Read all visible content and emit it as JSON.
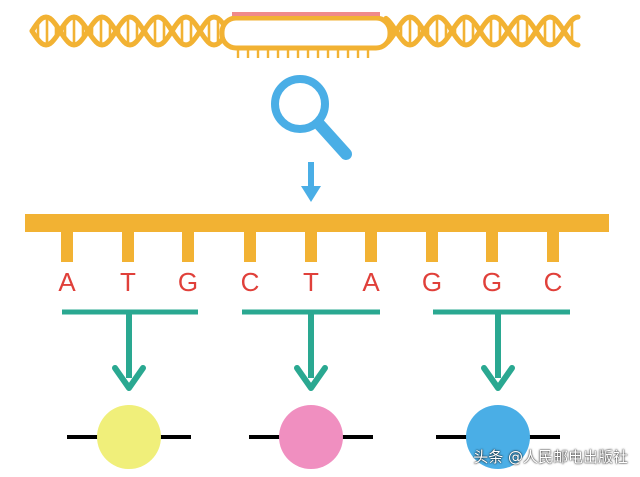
{
  "colors": {
    "dna": "#f2b233",
    "highlight": "#f08a8a",
    "magnifier": "#4aaee6",
    "arrow_blue": "#4aaee6",
    "strand": "#f2b233",
    "base_letter": "#e0403a",
    "bracket": "#2aa891",
    "protein_line": "#000000"
  },
  "bases": [
    "A",
    "T",
    "G",
    "C",
    "T",
    "A",
    "G",
    "G",
    "C"
  ],
  "codons": [
    {
      "bases": "ATG",
      "residue_color": "#f0ef7a"
    },
    {
      "bases": "CTA",
      "residue_color": "#f08fc0"
    },
    {
      "bases": "GGC",
      "residue_color": "#4aaee6"
    }
  ],
  "icons": {
    "dna_helix": "dna-helix-icon",
    "magnifier": "magnifying-glass-icon",
    "arrow": "down-arrow-icon"
  },
  "watermark": "头条 @人民邮电出版社"
}
